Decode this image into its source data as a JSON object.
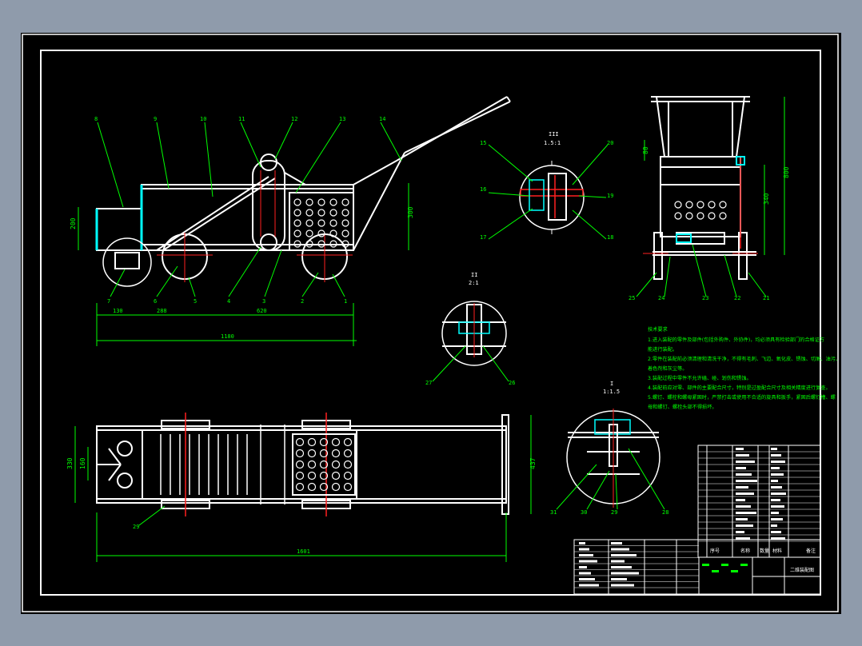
{
  "colors": {
    "outline": "#ffffff",
    "dimension": "#00ff00",
    "leader": "#00ff00",
    "centerline": "#ff2020",
    "panel": "#00ffff",
    "background": "#000000",
    "app_frame": "#8f9bab"
  },
  "side_view": {
    "leaders": [
      "8",
      "9",
      "10",
      "11",
      "12",
      "13",
      "14",
      "7",
      "6",
      "5",
      "4",
      "3",
      "2",
      "1"
    ],
    "dims": {
      "left_height": "200",
      "right_height": "300",
      "d1": "130",
      "d2": "288",
      "d3": "620",
      "overall": "1180"
    }
  },
  "detail_three": {
    "title": "III",
    "scale": "1.5:1",
    "leaders": [
      "15",
      "20",
      "16",
      "19",
      "17",
      "18"
    ]
  },
  "detail_two": {
    "title": "II",
    "scale": "2:1",
    "leaders": [
      "27",
      "26"
    ]
  },
  "end_view": {
    "leaders": [
      "25",
      "24",
      "23",
      "22",
      "21"
    ],
    "dims": {
      "h1": "800",
      "h2": "340",
      "h3": "80"
    }
  },
  "plan_view": {
    "leader": "29",
    "dims": {
      "w1": "330",
      "w2": "160",
      "right": "437",
      "overall": "1601"
    }
  },
  "detail_one": {
    "title": "I",
    "scale": "1:1.5",
    "leaders": [
      "31",
      "30",
      "29",
      "28"
    ]
  },
  "notes": {
    "title": "技术要求",
    "lines": [
      "1.进入装配的零件及部件(包括外购件、外协件)，均必须具有检验部门的合格证方",
      "能进行装配。",
      "2.零件在装配前必须清理和清洗干净，不得有毛刺、飞边、氧化皮、锈蚀、切屑、油污、",
      "着色剂和灰尘等。",
      "3.装配过程中零件不允许磕、碰、划伤和锈蚀。",
      "4.装配前应对零、部件的主要配合尺寸，特别是过盈配合尺寸及相关精度进行复查。",
      "5.螺钉、螺栓和螺母紧固时，严禁打击或使用不合适的旋具和扳手，紧固后螺钉槽、螺",
      "母和螺钉、螺栓头部不得损坏。"
    ]
  },
  "title_block": {
    "drawing_title": "二维装配图",
    "footer_labels": [
      "序号",
      "名称",
      "数量",
      "材料",
      "备注"
    ]
  }
}
